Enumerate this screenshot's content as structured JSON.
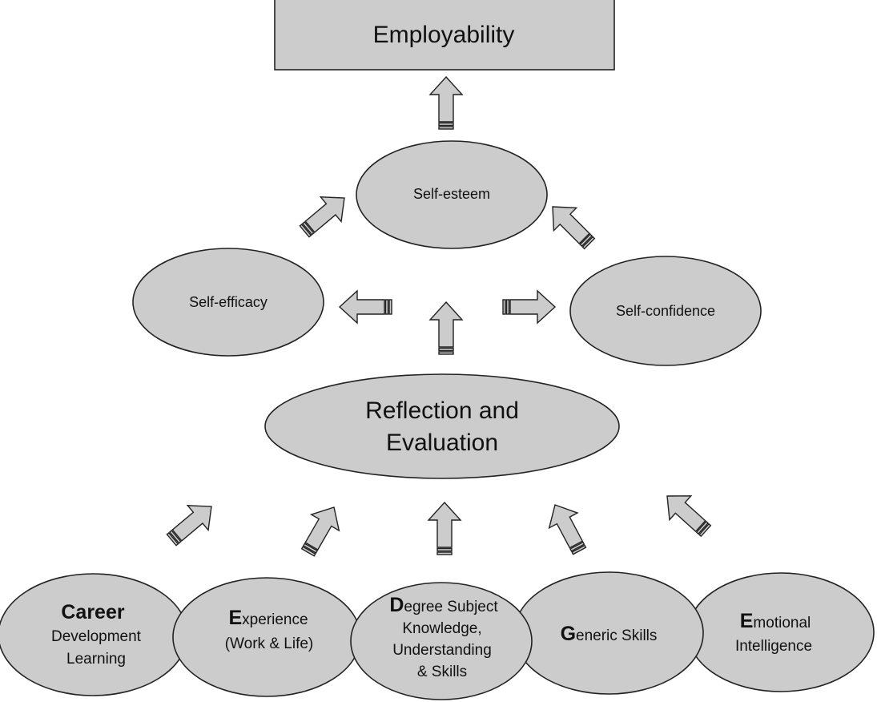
{
  "top": {
    "label": "Employability"
  },
  "middle": {
    "self_esteem": "Self-esteem",
    "self_efficacy": "Self-efficacy",
    "self_confidence": "Self-confidence",
    "reflection_line1": "Reflection and",
    "reflection_line2": "Evaluation"
  },
  "foundations": {
    "career": {
      "line1": "Career",
      "line2": "Development",
      "line3": "Learning"
    },
    "experience": {
      "initial": "E",
      "rest": "xperience",
      "line2": "(Work & Life)"
    },
    "degree": {
      "initial": "D",
      "rest": "egree Subject",
      "line2": "Knowledge,",
      "line3": "Understanding",
      "line4": "& Skills"
    },
    "generic": {
      "initial": "G",
      "rest": "eneric Skills"
    },
    "emotional": {
      "initial": "E",
      "rest": "motional",
      "line2": "Intelligence"
    }
  },
  "colors": {
    "fill": "#cccccc",
    "stroke": "#222222",
    "text": "#111111"
  }
}
